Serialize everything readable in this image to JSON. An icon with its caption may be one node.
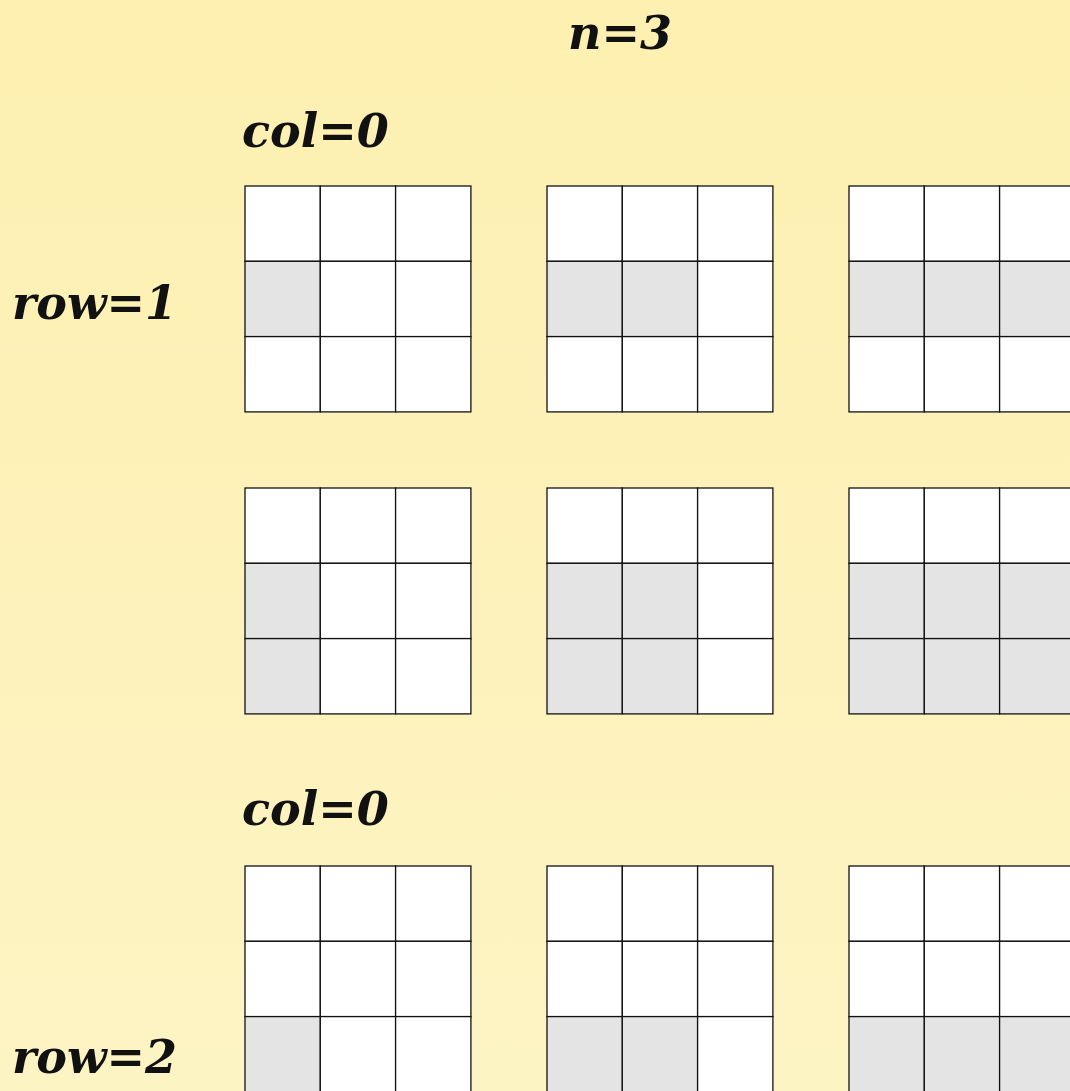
{
  "diagram": {
    "labels": [
      "n=3",
      "col=0",
      "row=1",
      "col=0",
      "row=2"
    ]
  }
}
